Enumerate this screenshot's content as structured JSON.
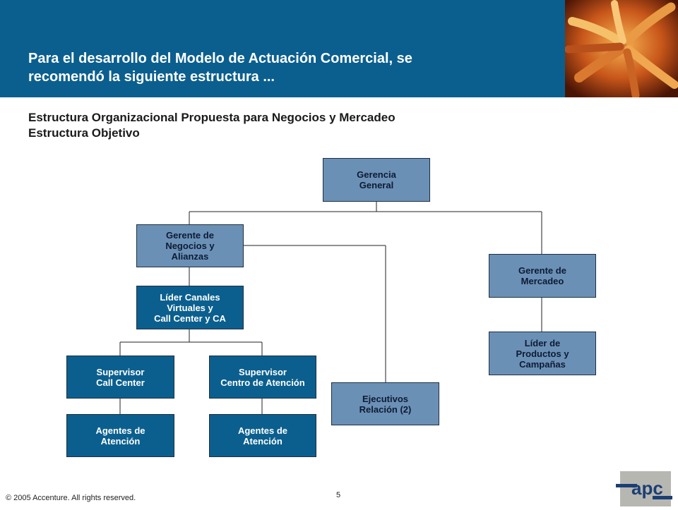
{
  "header": {
    "title": "Para el desarrollo del Modelo de Actuación Comercial, se\nrecomendó la siguiente estructura ..."
  },
  "subtitle": "Estructura Organizacional Propuesta para Negocios y Mercadeo\nEstructura Objetivo",
  "org": {
    "gerencia": "Gerencia\nGeneral",
    "gerente_negocios": "Gerente de\nNegocios y\nAlianzas",
    "lider_canales": "Líder Canales\nVirtuales y\nCall Center y CA",
    "supervisor_call": "Supervisor\nCall Center",
    "supervisor_centro": "Supervisor\nCentro de Atención",
    "agentes_1": "Agentes de\nAtención",
    "agentes_2": "Agentes de\nAtención",
    "ejecutivos": "Ejecutivos\nRelación (2)",
    "gerente_mercadeo": "Gerente de\nMercadeo",
    "lider_productos": "Líder de\nProductos y\nCampañas"
  },
  "footer": {
    "copyright": "© 2005 Accenture. All rights reserved.",
    "page": "5"
  },
  "colors": {
    "header_bg": "#0b5f8e",
    "box_fill": "#6b90b6",
    "box_fill_highlight": "#0b5f8e",
    "logo_blue": "#1c3f73"
  },
  "logo_text": "apc"
}
